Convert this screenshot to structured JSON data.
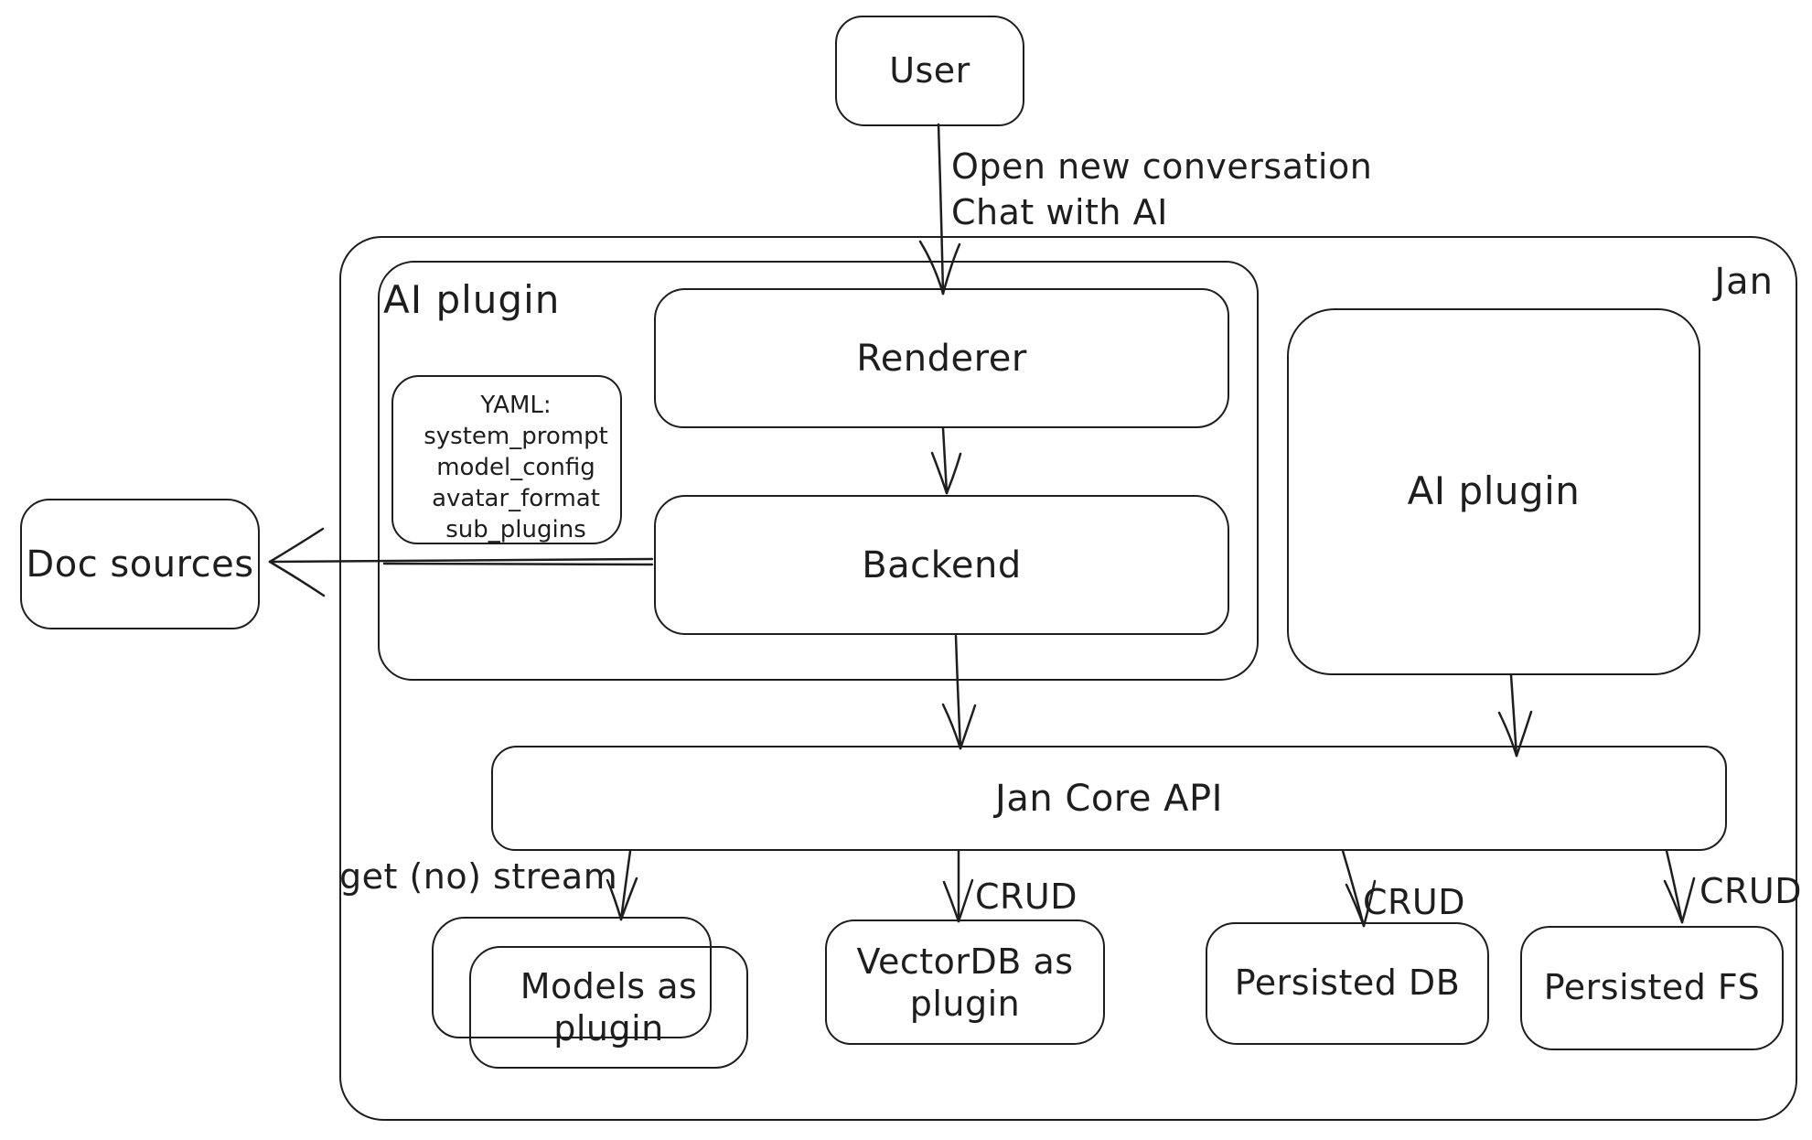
{
  "canvas": {
    "background": "#ffffff",
    "stroke_color": "#1e1e1e"
  },
  "nodes": {
    "user": {
      "label": "User"
    },
    "jan": {
      "label": "Jan"
    },
    "ai_plugin_group": {
      "label": "AI plugin"
    },
    "renderer": {
      "label": "Renderer"
    },
    "yaml_note": {
      "lines": [
        "YAML:",
        "system_prompt",
        "model_config",
        "avatar_format",
        "sub_plugins"
      ]
    },
    "backend": {
      "label": "Backend"
    },
    "doc_sources": {
      "label": "Doc sources"
    },
    "ai_plugin_right": {
      "label": "AI plugin"
    },
    "jan_core_api": {
      "label": "Jan Core API"
    },
    "models_as_plugin": {
      "lines": [
        "Models as",
        "plugin"
      ]
    },
    "vectordb": {
      "lines": [
        "VectorDB as",
        "plugin"
      ]
    },
    "persisted_db": {
      "label": "Persisted DB"
    },
    "persisted_fs": {
      "label": "Persisted FS"
    }
  },
  "edges": {
    "user_to_renderer": {
      "lines": [
        "Open new conversation",
        "Chat with AI"
      ]
    },
    "core_to_models": {
      "label": "get (no) stream"
    },
    "core_to_vectordb": {
      "label": "CRUD"
    },
    "core_to_persisted_db": {
      "label": "CRUD"
    },
    "core_to_persisted_fs": {
      "label": "CRUD"
    }
  }
}
